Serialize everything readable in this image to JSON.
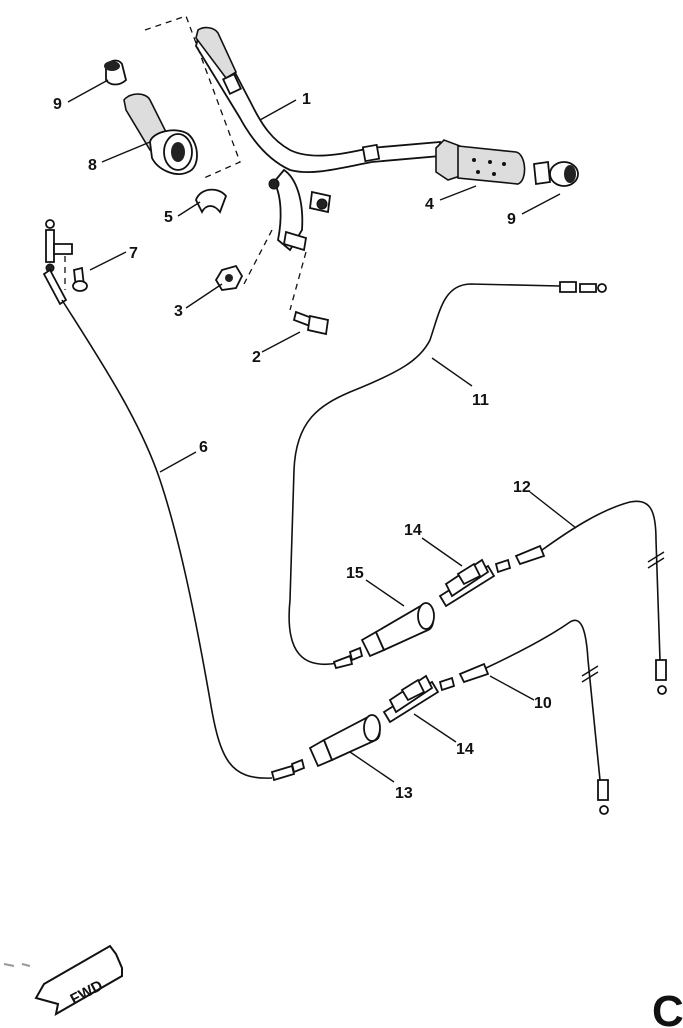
{
  "fwd_label": "FWD",
  "corner_letter": "C",
  "callouts": [
    {
      "id": "1",
      "text": "1"
    },
    {
      "id": "2",
      "text": "2"
    },
    {
      "id": "3",
      "text": "3"
    },
    {
      "id": "4",
      "text": "4"
    },
    {
      "id": "5",
      "text": "5"
    },
    {
      "id": "6",
      "text": "6"
    },
    {
      "id": "7",
      "text": "7"
    },
    {
      "id": "8",
      "text": "8"
    },
    {
      "id": "9a",
      "text": "9"
    },
    {
      "id": "9b",
      "text": "9"
    },
    {
      "id": "10",
      "text": "10"
    },
    {
      "id": "11",
      "text": "11"
    },
    {
      "id": "12",
      "text": "12"
    },
    {
      "id": "13",
      "text": "13"
    },
    {
      "id": "14a",
      "text": "14"
    },
    {
      "id": "14b",
      "text": "14"
    },
    {
      "id": "15",
      "text": "15"
    }
  ]
}
